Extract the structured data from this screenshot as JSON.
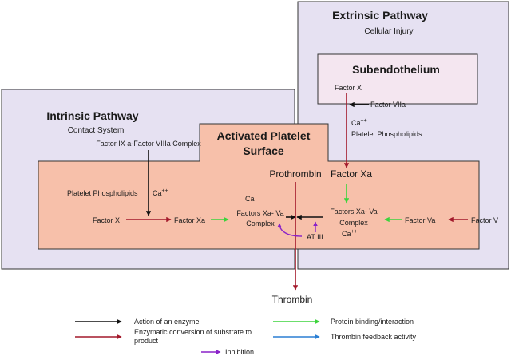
{
  "colors": {
    "pathway_fill": "#e6e1f2",
    "subendothelium_fill": "#f4e6f0",
    "platelet_fill": "#f7c0aa",
    "black_arrow": "#111111",
    "red_arrow": "#a3192b",
    "green_arrow": "#3cd33c",
    "blue_arrow": "#2b7fd4",
    "purple_arrow": "#8a22c8"
  },
  "extrinsic": {
    "title": "Extrinsic Pathway",
    "subtitle": "Cellular Injury"
  },
  "subendothelium": {
    "title": "Subendothelium",
    "factor_x": "Factor X",
    "factor_viia": "Factor VIIa"
  },
  "extrinsic_cofactors": {
    "ca": "Ca",
    "ca_sup": "++",
    "phospholipids": "Platelet Phospholipids"
  },
  "intrinsic": {
    "title": "Intrinsic Pathway",
    "subtitle": "Contact System",
    "complex": "Factor IX a-Factor VIIIa Complex"
  },
  "platelet": {
    "title_line1": "Activated Platelet",
    "title_line2": "Surface",
    "phospholipids": "Platelet Phospholipids",
    "ca": "Ca",
    "ca_sup": "++",
    "factor_x": "Factor X",
    "factor_xa": "Factor Xa",
    "prothrombin": "Prothrombin",
    "complex_left": {
      "ca": "Ca",
      "ca_sup": "++",
      "line1": "Factors Xa- Va",
      "line2": "Complex"
    },
    "factor_xa_right": "Factor Xa",
    "complex_right": {
      "line1": "Factors Xa- Va",
      "line2": "Complex",
      "ca": "Ca",
      "ca_sup": "++"
    },
    "at3": "AT III"
  },
  "outside": {
    "factor_va": "Factor Va",
    "factor_v": "Factor V",
    "thrombin": "Thrombin"
  },
  "legend": {
    "enzyme": "Action of an enzyme",
    "conversion_line1": "Enzymatic conversion of substrate to",
    "conversion_line2": "product",
    "binding": "Protein binding/interaction",
    "feedback": "Thrombin feedback activity",
    "inhibition": "Inhibition"
  }
}
